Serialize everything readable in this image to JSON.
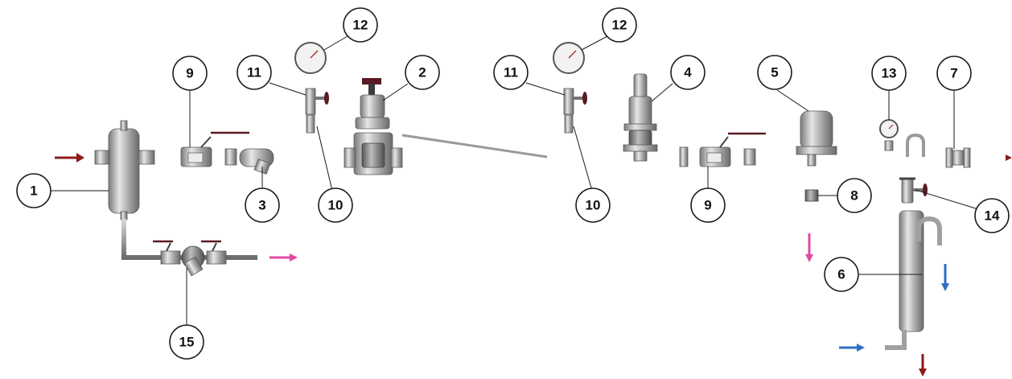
{
  "diagram": {
    "callouts": [
      {
        "id": "c1",
        "label": "1"
      },
      {
        "id": "c2",
        "label": "2"
      },
      {
        "id": "c3",
        "label": "3"
      },
      {
        "id": "c4",
        "label": "4"
      },
      {
        "id": "c5",
        "label": "5"
      },
      {
        "id": "c6",
        "label": "6"
      },
      {
        "id": "c7",
        "label": "7"
      },
      {
        "id": "c8",
        "label": "8"
      },
      {
        "id": "c9a",
        "label": "9"
      },
      {
        "id": "c9b",
        "label": "9"
      },
      {
        "id": "c10a",
        "label": "10"
      },
      {
        "id": "c10b",
        "label": "10"
      },
      {
        "id": "c11a",
        "label": "11"
      },
      {
        "id": "c11b",
        "label": "11"
      },
      {
        "id": "c12a",
        "label": "12"
      },
      {
        "id": "c12b",
        "label": "12"
      },
      {
        "id": "c13",
        "label": "13"
      },
      {
        "id": "c14",
        "label": "14"
      },
      {
        "id": "c15",
        "label": "15"
      }
    ],
    "colors": {
      "steam_arrow": "#8b1a1a",
      "condensate_arrow": "#e04aa0",
      "cooling_water_arrow": "#2f6fc2",
      "handle": "#5a1a22"
    }
  }
}
